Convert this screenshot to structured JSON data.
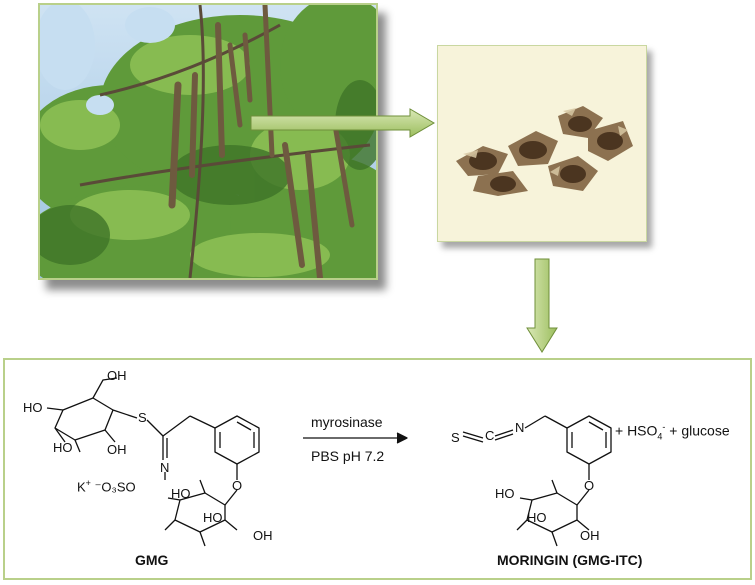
{
  "reaction": {
    "reactant": {
      "name": "GMG",
      "oh_labels": [
        "OH",
        "HO",
        "HO",
        "OH",
        "HO",
        "HO",
        "OH"
      ],
      "sulfur": "S",
      "nitrogen": "N",
      "oxygen": "O",
      "counterion": "K",
      "counterion_charge": "+",
      "sulfate": "⁻O₃SO"
    },
    "reagents": {
      "enzyme": "myrosinase",
      "buffer": "PBS pH 7.2"
    },
    "product": {
      "name": "MORINGIN (GMG-ITC)",
      "sulfur": "S",
      "carbon": "C",
      "nitrogen": "N",
      "oxygen": "O",
      "oh_labels": [
        "HO",
        "HO",
        "OH"
      ]
    },
    "byproducts": {
      "prefix": "+ HSO",
      "subscript": "4",
      "superscript": "-",
      "suffix": " + glucose"
    }
  }
}
